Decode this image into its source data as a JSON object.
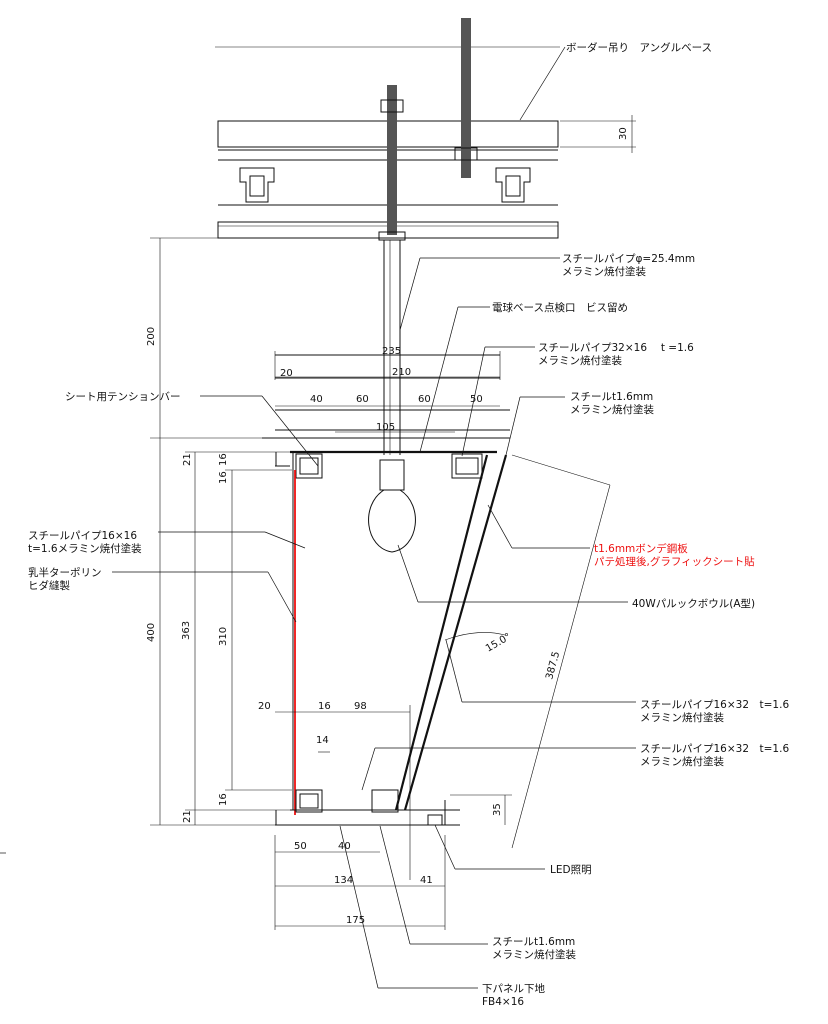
{
  "labels": {
    "border_angle_base": "ボーダー吊り　アングルベース",
    "steel_pipe_phi": "スチールパイプφ=25.4mm",
    "steel_pipe_phi_finish": "メラミン焼付塗装",
    "bulb_base_access": "電球ベース点検口　ビス留め",
    "steel_pipe_32x16": "スチールパイプ32×16　 t =1.6",
    "steel_pipe_32x16_finish": "メラミン焼付塗装",
    "steel_t16": "スチールt1.6mm",
    "steel_t16_finish": "メラミン焼付塗装",
    "sheet_tension_bar": "シート用テンションバー",
    "steel_pipe_16x16": "スチールパイプ16×16",
    "steel_pipe_16x16_finish": "t=1.6メラミン焼付塗装",
    "tarpaulin": "乳半ターポリン",
    "tarpaulin_sewing": "ヒダ縫製",
    "bonde_steel": "t1.6mmボンデ鋼板",
    "bonde_steel_finish": "パテ処理後,グラフィックシート貼",
    "bulb": "40Wパルックボウル(A型)",
    "pipe_16x32_a": "スチールパイプ16×32　t=1.6",
    "pipe_16x32_a_finish": "メラミン焼付塗装",
    "pipe_16x32_b": "スチールパイプ16×32　t=1.6",
    "pipe_16x32_b_finish": "メラミン焼付塗装",
    "led": "LED照明",
    "steel_t16_bottom": "スチールt1.6mm",
    "steel_t16_bottom_finish": "メラミン焼付塗装",
    "bottom_panel": "下パネル下地",
    "bottom_panel_fb": "FB4×16"
  },
  "dims": {
    "d30": "30",
    "d200": "200",
    "d235": "235",
    "d210": "210",
    "d20_top": "20",
    "d40_top": "40",
    "d60a": "60",
    "d60b": "60",
    "d50_top": "50",
    "d105": "105",
    "d21_top": "21",
    "d16_top": "16",
    "d16_top_b": "16",
    "d400": "400",
    "d363": "363",
    "d310": "310",
    "d387_5": "387.5",
    "d15deg": "15.0°",
    "d20_mid": "20",
    "d16_mid": "16",
    "d98": "98",
    "d14": "14",
    "d16_bot": "16",
    "d21_bot": "21",
    "d35": "35",
    "d50_bot": "50",
    "d40_bot": "40",
    "d134": "134",
    "d41": "41",
    "d175": "175"
  },
  "colors": {
    "line": "#111111",
    "accent_red": "#e11111"
  }
}
